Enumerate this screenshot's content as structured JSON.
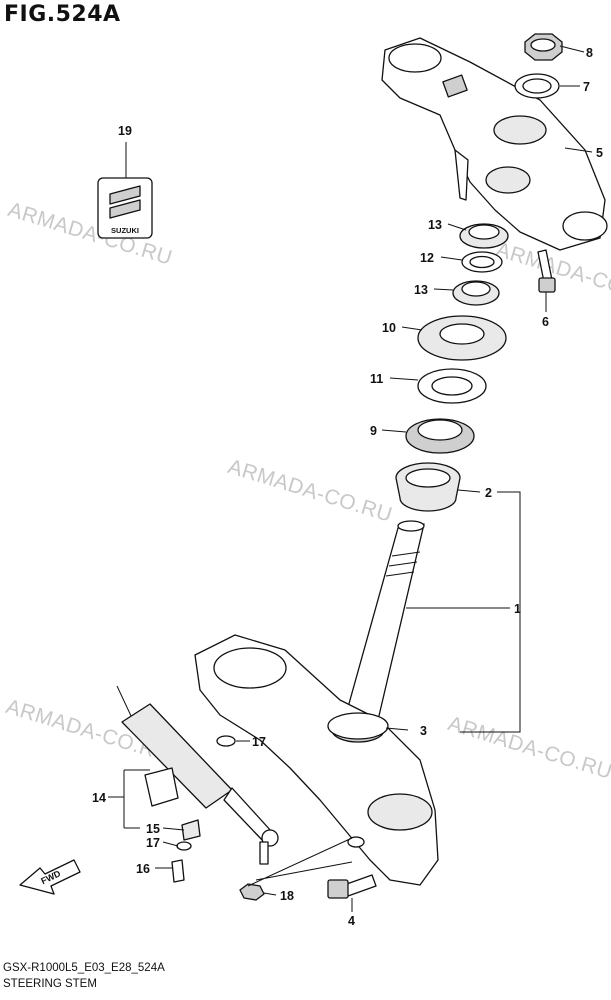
{
  "figure": {
    "title": "FIG.524A"
  },
  "watermark": "ARMADA-CO.RU",
  "footer": {
    "code": "GSX-R1000L5_E03_E28_524A",
    "name": "STEERING STEM"
  },
  "emblem": {
    "text": "SUZUKI"
  },
  "fwd_label": "FWD",
  "callouts": [
    "1",
    "2",
    "3",
    "4",
    "5",
    "6",
    "7",
    "8",
    "9",
    "10",
    "11",
    "12",
    "13",
    "13",
    "14",
    "15",
    "16",
    "17",
    "17",
    "18",
    "19"
  ]
}
